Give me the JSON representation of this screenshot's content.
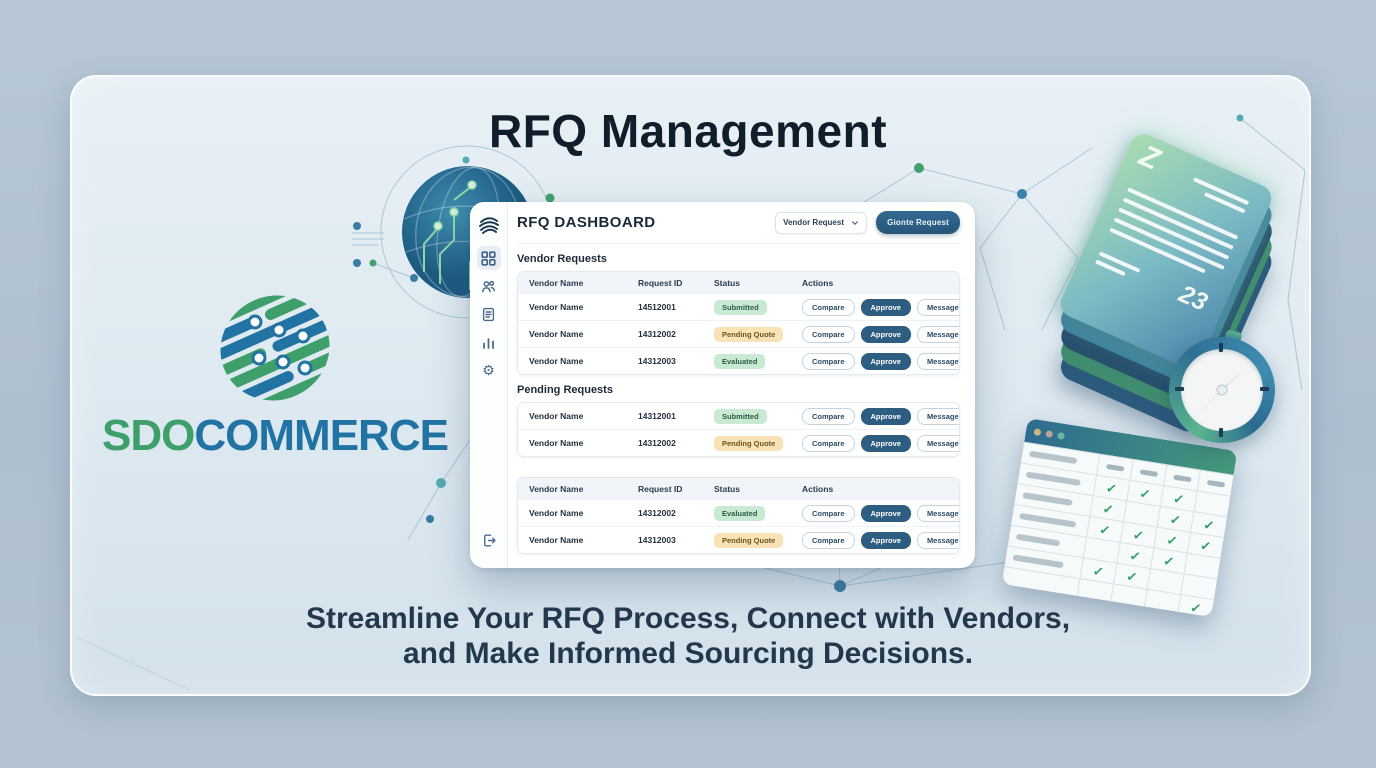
{
  "page": {
    "title": "RFQ Management",
    "tagline_line1": "Streamline Your RFQ Process, Connect with Vendors,",
    "tagline_line2": "and Make Informed Sourcing Decisions."
  },
  "brand": {
    "name_green": "SDO",
    "name_blue": "COMMERCE"
  },
  "dashboard": {
    "title": "RFQ DASHBOARD",
    "dropdown_label": "Vendor Request",
    "create_button_label": "Gionte Request",
    "columns": [
      "Vendor Name",
      "Request ID",
      "Status",
      "Actions"
    ],
    "actions": [
      "Compare",
      "Approve",
      "Message"
    ],
    "sidebar_icons": [
      "brand-logo",
      "dashboard-grid",
      "users",
      "document",
      "bar-chart",
      "settings",
      "logout"
    ],
    "vendor_requests": {
      "heading": "Vendor Requests",
      "rows": [
        {
          "vendor": "Vendor Name",
          "id": "14512001",
          "status": "Submitted",
          "status_type": "green"
        },
        {
          "vendor": "Vendor Name",
          "id": "14312002",
          "status": "Pending Quote",
          "status_type": "yellow"
        },
        {
          "vendor": "Vendor Name",
          "id": "14312003",
          "status": "Evaluated",
          "status_type": "green"
        }
      ]
    },
    "pending_requests": {
      "heading": "Pending Requests",
      "rows": [
        {
          "vendor": "Vendor Name",
          "id": "14312001",
          "status": "Submitted",
          "status_type": "green"
        },
        {
          "vendor": "Vendor Name",
          "id": "14312002",
          "status": "Pending Quote",
          "status_type": "yellow"
        }
      ]
    },
    "summary_table": {
      "rows": [
        {
          "vendor": "Vendor Name",
          "id": "14312002",
          "status": "Evaluated",
          "status_type": "green"
        },
        {
          "vendor": "Vendor Name",
          "id": "14312003",
          "status": "Pending Quote",
          "status_type": "yellow"
        }
      ]
    }
  },
  "decor": {
    "documents": {
      "top_number": "Z",
      "bottom_number": "23"
    },
    "checklist": {
      "rows": [
        {
          "label_width": "70%",
          "cells": [
            "dash",
            "dash",
            "dash",
            "dash"
          ]
        },
        {
          "label_width": "80%",
          "cells": [
            "check",
            "check",
            "check",
            "none"
          ]
        },
        {
          "label_width": "72%",
          "cells": [
            "check",
            "none",
            "check",
            "check"
          ]
        },
        {
          "label_width": "82%",
          "cells": [
            "check",
            "check",
            "check",
            "check"
          ]
        },
        {
          "label_width": "64%",
          "cells": [
            "none",
            "check",
            "check",
            "none"
          ]
        },
        {
          "label_width": "74%",
          "cells": [
            "check",
            "check",
            "none",
            "none"
          ]
        },
        {
          "label_width": "0%",
          "cells": [
            "none",
            "none",
            "none",
            "check"
          ]
        }
      ]
    },
    "colors": {
      "outer_background": "#b2c2d2",
      "stage_background": "#dfeaf2",
      "dark_navy_text": "#101d2b",
      "brand_green": "#3f9f6a",
      "brand_blue": "#2173a3",
      "approve_button": "#2d5d80",
      "badge_green": "#c9e9d2",
      "badge_yellow": "#f8e3b6",
      "check_green": "#2f9e62"
    }
  }
}
